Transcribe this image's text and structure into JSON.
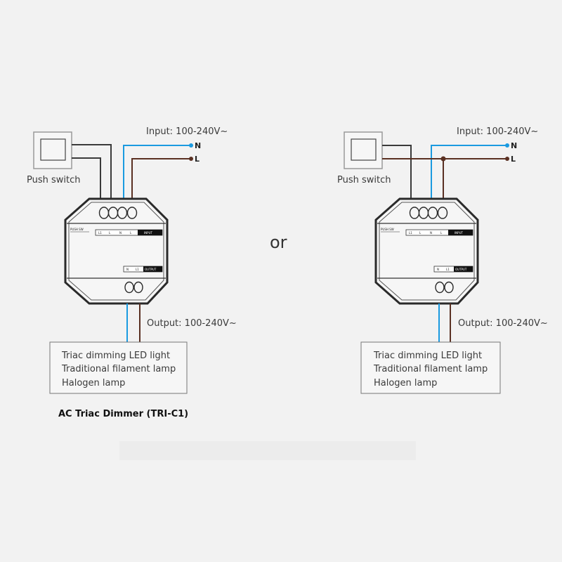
{
  "left": {
    "switch_label": "Push switch",
    "input_label": "Input: 100-240V~",
    "n_label": "N",
    "l_label": "L",
    "output_label": "Output: 100-240V~",
    "loads": [
      "Triac dimming LED light",
      "Traditional filament lamp",
      "Halogen lamp"
    ],
    "caption": "AC Triac Dimmer  (TRI-C1)"
  },
  "separator": "or",
  "right": {
    "switch_label": "Push switch",
    "input_label": "Input: 100-240V~",
    "n_label": "N",
    "l_label": "L",
    "output_label": "Output: 100-240V~",
    "loads": [
      "Triac dimming LED light",
      "Traditional filament lamp",
      "Halogen lamp"
    ]
  },
  "device": {
    "input_terminals": [
      "L1",
      "L",
      "N",
      "L"
    ],
    "input_tag": "INPUT",
    "output_terminals": [
      "N",
      "L1"
    ],
    "output_tag": "OUTPUT",
    "push_marking": "PUSH SW"
  },
  "colors": {
    "neutral_wire": "#1a9ae0",
    "live_wire": "#5a3022",
    "switch_wire": "#3a3a3a"
  }
}
